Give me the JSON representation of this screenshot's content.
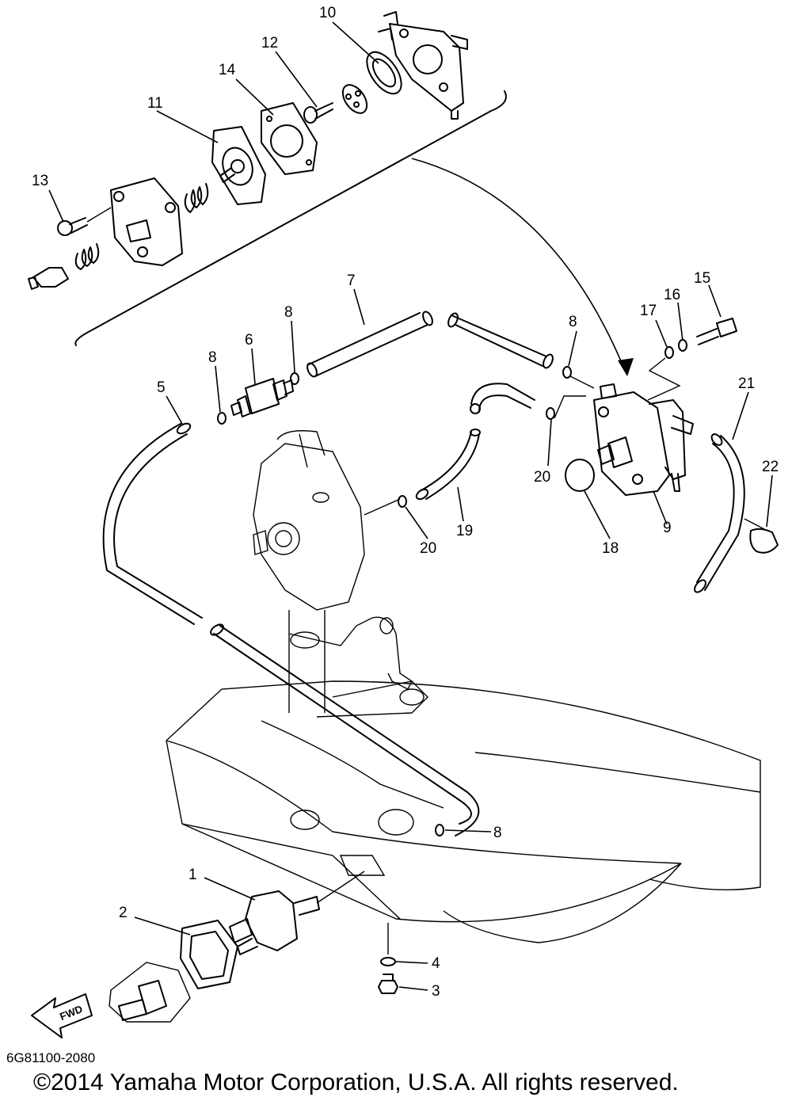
{
  "diagram": {
    "code": "6G81100-2080",
    "copyright": "©2014 Yamaha Motor Corporation, U.S.A. All rights reserved.",
    "direction_label": "FWD",
    "callouts": {
      "c1": "1",
      "c2": "2",
      "c3": "3",
      "c4": "4",
      "c5": "5",
      "c6": "6",
      "c7": "7",
      "c8a": "8",
      "c8b": "8",
      "c8c": "8",
      "c8d": "8",
      "c9": "9",
      "c10": "10",
      "c11": "11",
      "c12": "12",
      "c13": "13",
      "c14": "14",
      "c15": "15",
      "c16": "16",
      "c17": "17",
      "c18": "18",
      "c19": "19",
      "c20a": "20",
      "c20b": "20",
      "c21": "21",
      "c22": "22"
    }
  }
}
